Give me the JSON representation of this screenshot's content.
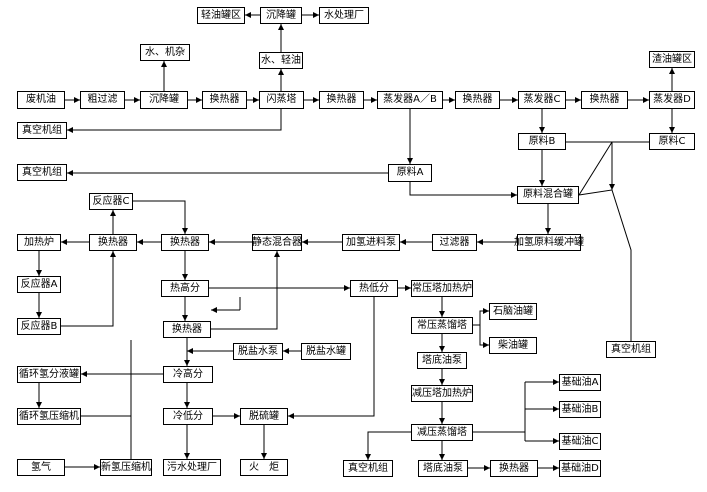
{
  "nodes": {
    "light_oil_tank": "轻油罐区",
    "settling_tank_top": "沉降罐",
    "wastewater_plant": "水处理厂",
    "water_light_oil": "水、轻油",
    "water_impurities": "水、机杂",
    "waste_oil": "废机油",
    "coarse_filter": "粗过滤",
    "settling_tank": "沉降罐",
    "heat_exchanger_1": "换热器",
    "flash_tower": "闪蒸塔",
    "heat_exchanger_2": "换热器",
    "evaporator_ab": "蒸发器A／B",
    "heat_exchanger_3": "换热器",
    "evaporator_c": "蒸发器C",
    "heat_exchanger_4": "换热器",
    "evaporator_d": "蒸发器D",
    "residue_tank": "渣油罐区",
    "vacuum_unit_1": "真空机组",
    "vacuum_unit_2": "真空机组",
    "feedstock_a": "原料A",
    "feedstock_b": "原料B",
    "feedstock_c": "原料C",
    "feed_mix_tank": "原料混合罐",
    "hydro_buffer_tank": "加氢原料缓冲罐",
    "filter": "过滤器",
    "hydro_feed_pump": "加氢进料泵",
    "static_mixer": "静态混合器",
    "heat_exchanger_5": "换热器",
    "heat_exchanger_6": "换热器",
    "reactor_c": "反应器C",
    "heater": "加热炉",
    "reactor_a": "反应器A",
    "reactor_b": "反应器B",
    "hot_hp_sep": "热高分",
    "heat_exchanger_7": "换热器",
    "desalt_pump": "脱盐水泵",
    "desalt_tank": "脱盐水罐",
    "cold_hp_sep": "冷高分",
    "recycle_h2_tank": "循环氢分液罐",
    "recycle_h2_comp": "循环氢压缩机",
    "cold_lp_sep": "冷低分",
    "hydrogen": "氢气",
    "new_h2_comp": "新氢压缩机",
    "sewage_plant": "污水处理厂",
    "desulfur_tank": "脱硫罐",
    "flare": "火　炬",
    "hot_lp_sep": "热低分",
    "atm_heater": "常压塔加热炉",
    "atm_tower": "常压蒸馏塔",
    "naphtha_tank": "石脑油罐",
    "diesel_tank": "柴油罐",
    "atm_bottom_pump": "塔底油泵",
    "vac_heater": "减压塔加热炉",
    "vac_tower": "减压蒸馏塔",
    "vacuum_unit_3": "真空机组",
    "vacuum_unit_4": "真空机组",
    "vac_bottom_pump": "塔底油泵",
    "heat_exchanger_8": "换热器",
    "base_oil_a": "基础油A",
    "base_oil_b": "基础油B",
    "base_oil_c": "基础油C",
    "base_oil_d": "基础油D"
  }
}
